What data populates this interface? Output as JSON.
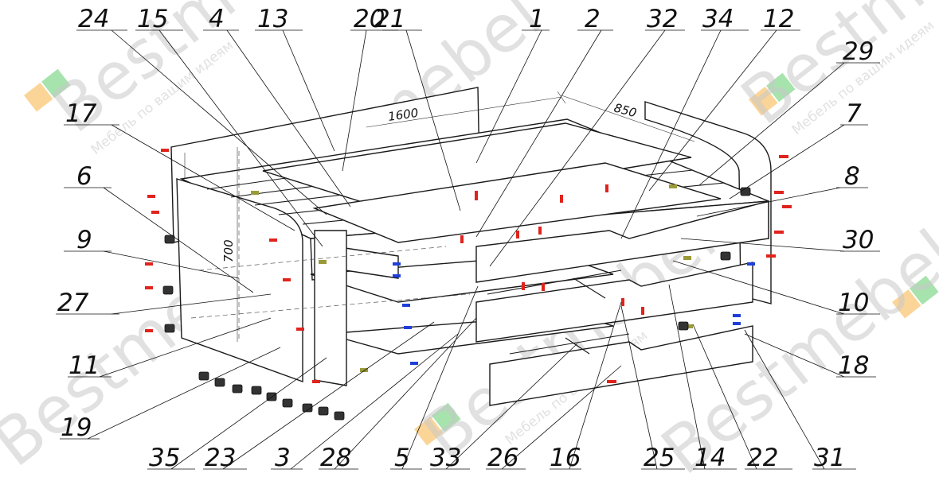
{
  "diagram": {
    "callouts_top": [
      "24",
      "15",
      "4",
      "13",
      "20",
      "21",
      "1",
      "2",
      "32",
      "34",
      "12"
    ],
    "callouts_left": [
      "17",
      "6",
      "9",
      "27",
      "11",
      "19"
    ],
    "callouts_right": [
      "29",
      "7",
      "8",
      "30",
      "10",
      "18"
    ],
    "callouts_bottom": [
      "35",
      "23",
      "3",
      "28",
      "5",
      "33",
      "26",
      "16",
      "25",
      "14",
      "22",
      "31"
    ],
    "dimensions": {
      "length": "1600",
      "depth": "850",
      "height": "700"
    }
  },
  "watermark": {
    "brand": "Bestmebel",
    "slogan": "Мебель по вашим идеям"
  },
  "colors": {
    "fastener_red": "#e0231c",
    "fastener_blue": "#1f3fd8",
    "fastener_olive": "#9a9a3a",
    "logo_orange": "#f7a21b",
    "logo_green": "#3cc24a"
  }
}
